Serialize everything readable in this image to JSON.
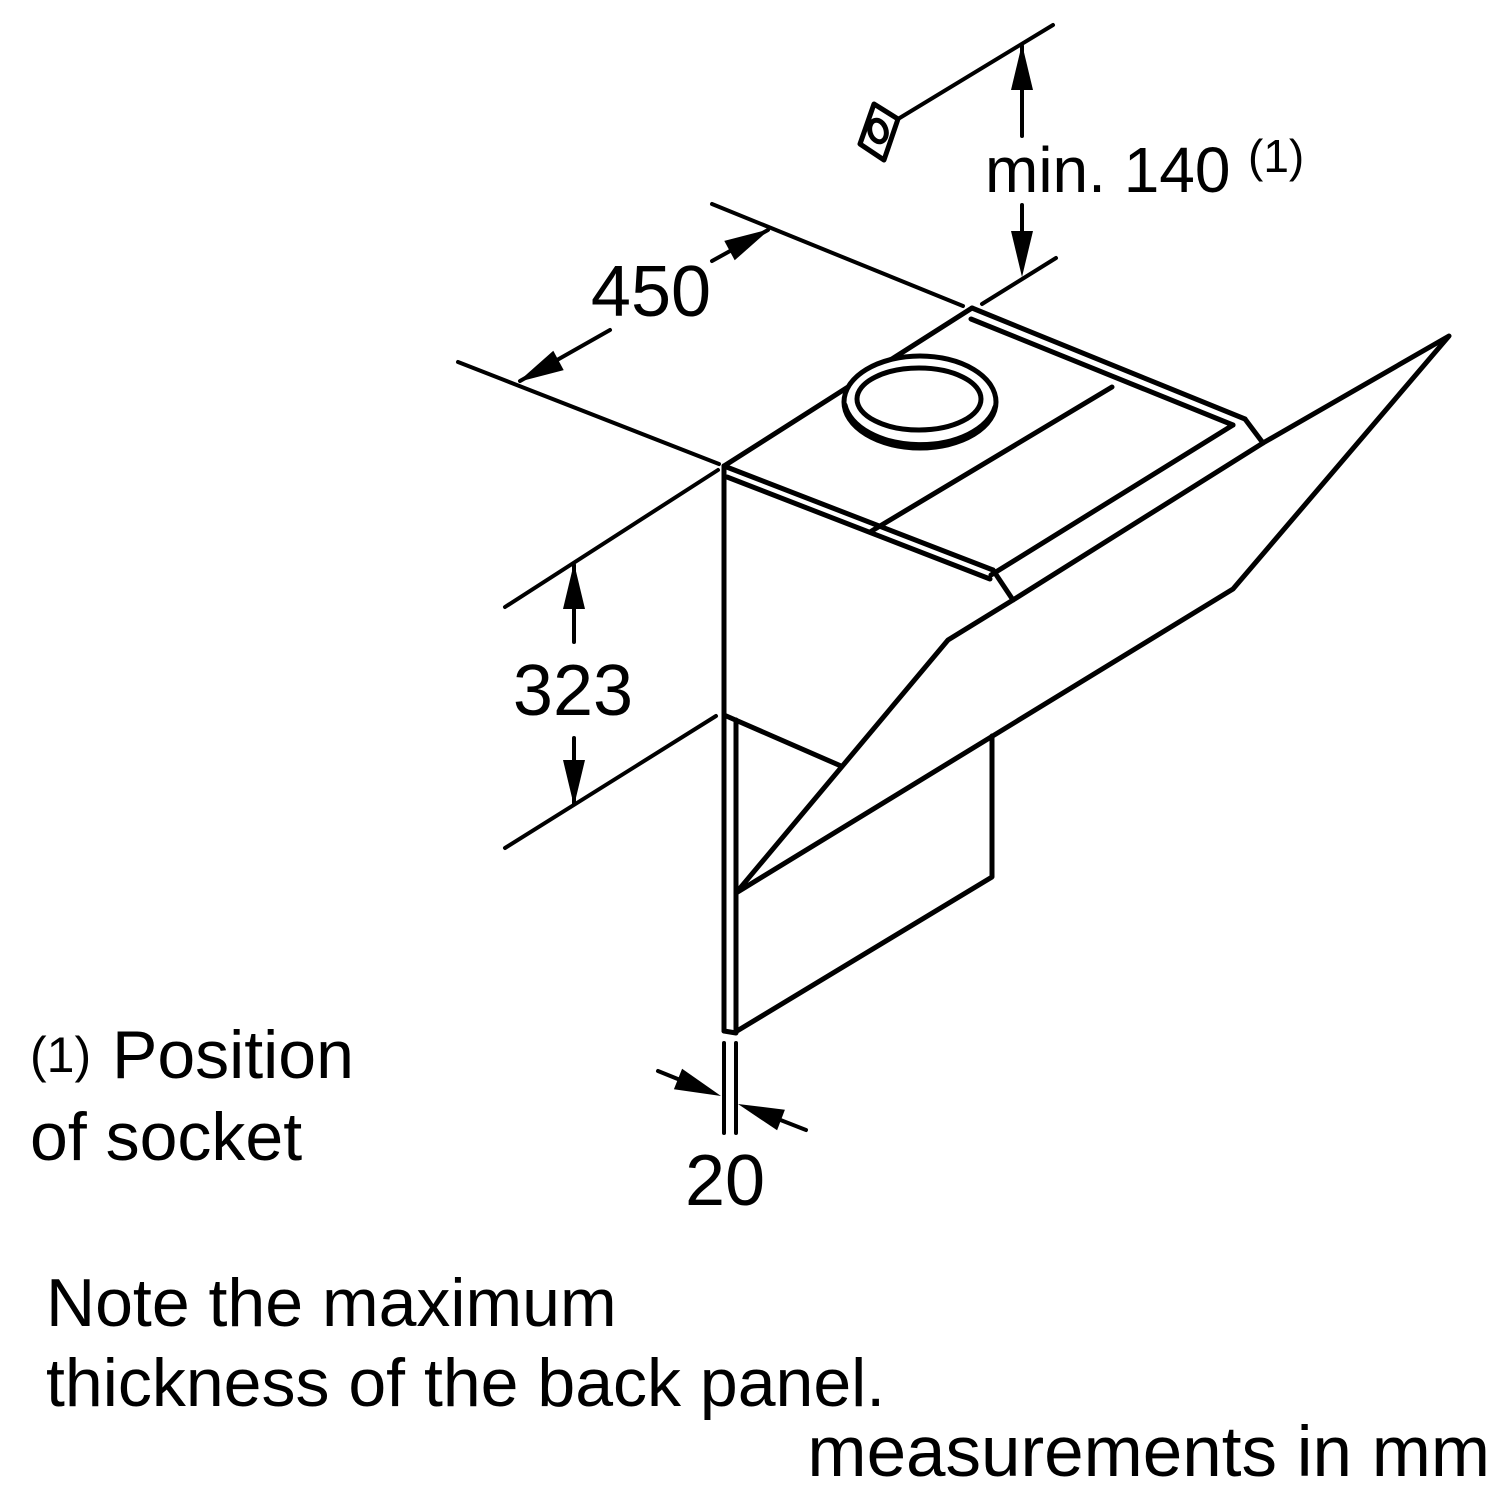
{
  "dims": {
    "min_clearance": "min. 140",
    "min_clearance_sup": "(1)",
    "depth": "450",
    "height": "323",
    "thickness": "20"
  },
  "footnote": {
    "marker": "(1)",
    "line1": "Position",
    "line2": "of socket"
  },
  "note": {
    "line1": "Note the maximum",
    "line2": "thickness of the back panel.",
    "units": "measurements in mm"
  },
  "colors": {
    "line": "#000000",
    "background": "#ffffff"
  }
}
